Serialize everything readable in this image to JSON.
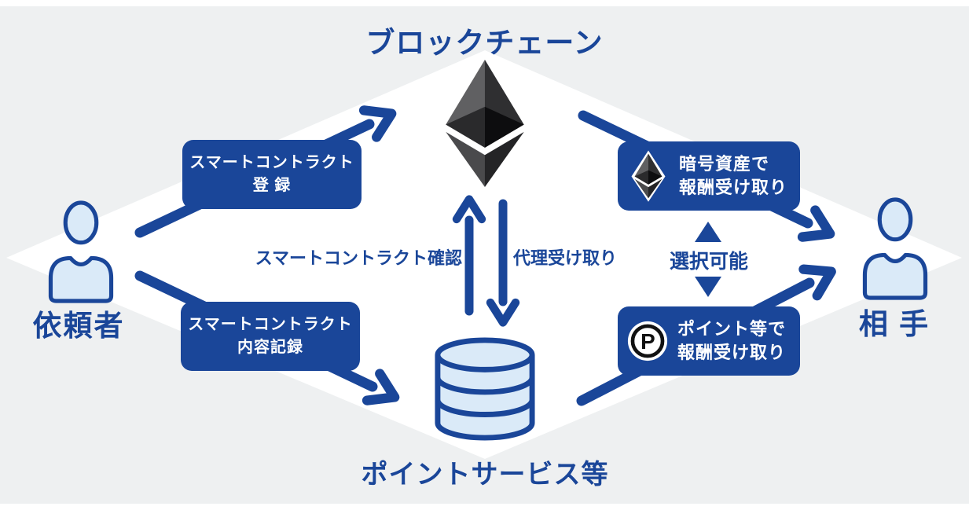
{
  "colors": {
    "accent_blue": "#1A4699",
    "background_gray": "#EEF0F1",
    "diamond_white": "#FFFFFF",
    "person_fill": "#DAEAF8",
    "box_text": "#FFFFFF",
    "eth_dark": "#2F2F31",
    "p_icon_ink": "#111111"
  },
  "nodes": {
    "blockchain": {
      "label": "ブロックチェーン",
      "icon": "ethereum-icon"
    },
    "point_service": {
      "label": "ポイントサービス等",
      "icon": "database-icon"
    },
    "requester": {
      "label": "依頼者",
      "icon": "person-icon"
    },
    "counterpart": {
      "label": "相 手",
      "icon": "person-icon"
    }
  },
  "boxes": {
    "register": {
      "line1": "スマートコントラクト",
      "line2": "登 録"
    },
    "record": {
      "line1": "スマートコントラクト",
      "line2": "内容記録"
    },
    "crypto_reward": {
      "icon": "ethereum-icon",
      "line1": "暗号資産で",
      "line2": "報酬受け取り",
      "p_letter": ""
    },
    "point_reward": {
      "icon": "point-p-icon",
      "line1": "ポイント等で",
      "line2": "報酬受け取り",
      "p_letter": "P"
    }
  },
  "flow_labels": {
    "confirm": "スマートコントラクト確認",
    "proxy_receive": "代理受け取り",
    "selectable": "選択可能"
  }
}
